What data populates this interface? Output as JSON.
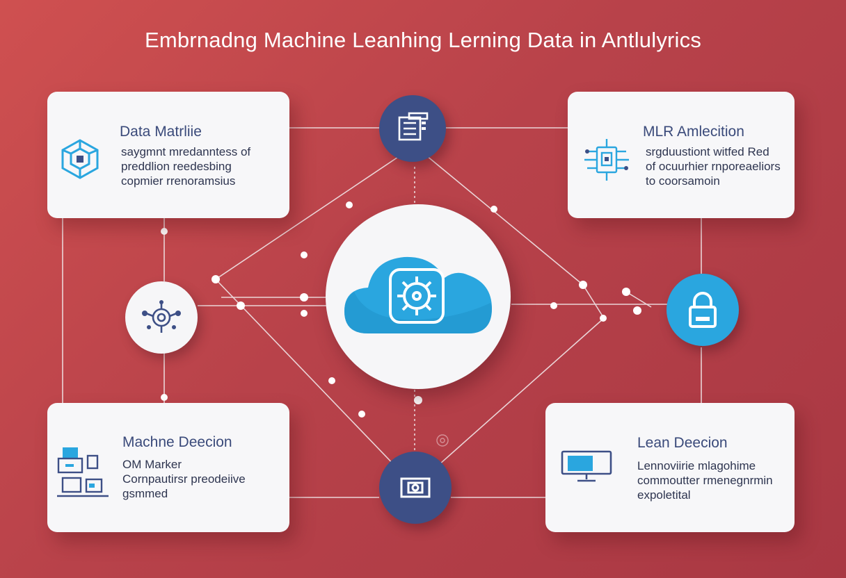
{
  "title": "Embrnadng Machine Leanhing Lerning Data  in Antlulyrics",
  "cards": {
    "top_left": {
      "title": "Data Matrliie",
      "lines": [
        "saygmnt mredanntess of",
        "preddlion reedesbing",
        "copmier rrenoramsius"
      ],
      "icon": "cube-network-icon"
    },
    "top_right": {
      "title": "MLR Amlecition",
      "lines": [
        "srgduustiont witfed Red",
        "of ocuurhier rnporeaeliors",
        "to coorsamoin"
      ],
      "icon": "chip-circuit-icon"
    },
    "bottom_left": {
      "title": "Machne Deecion",
      "lines": [
        "OM Marker",
        "Cornpautirsr preodeiive",
        "gsmmed"
      ],
      "icon": "devices-icon"
    },
    "bottom_right": {
      "title": "Lean Deecion",
      "lines": [
        "Lennoviirie mlagohime",
        "commoutter rmenegnrmin",
        "expoletital"
      ],
      "icon": "monitor-icon"
    }
  },
  "nodes": {
    "top": "database-server-icon",
    "left": "gear-network-icon",
    "right": "lock-icon",
    "bottom": "camera-icon",
    "center": "cloud-gear-icon"
  },
  "colors": {
    "background": "#c04650",
    "card": "#f7f7f9",
    "navy": "#3d4f86",
    "accent_blue": "#2aa6df",
    "title_text": "#ffffff",
    "card_title": "#3a4a7a"
  }
}
